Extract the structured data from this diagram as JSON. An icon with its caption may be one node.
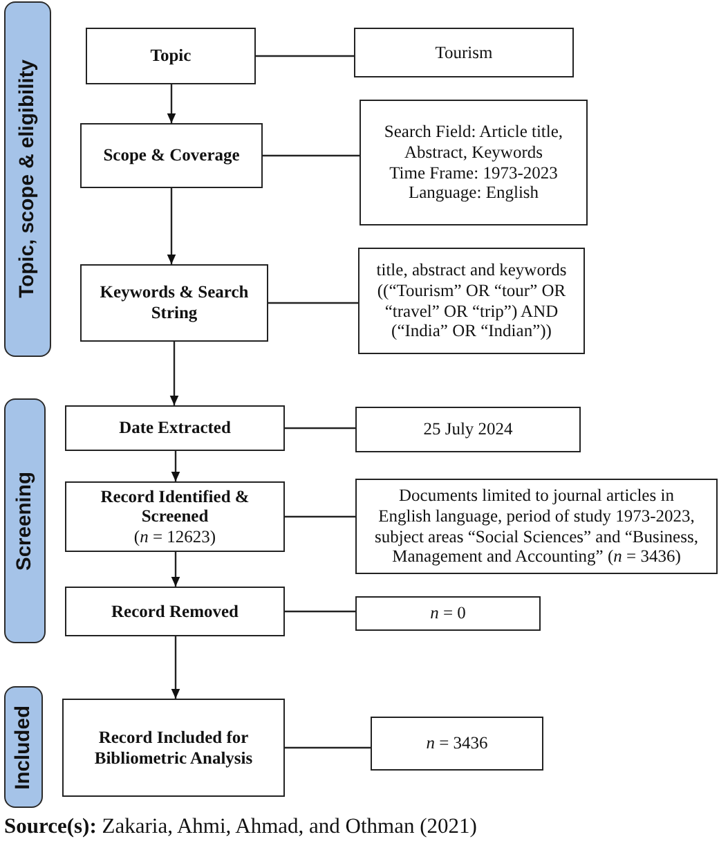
{
  "diagram": {
    "nodes": [
      {
        "text": [
          "Topic, scope & eligibility"
        ]
      },
      {
        "text": [
          "Topic"
        ]
      },
      {
        "text": [
          "Tourism"
        ]
      },
      {
        "text": [
          "Scope & Coverage"
        ]
      },
      {
        "text": [
          "Search Field: Article title, Abstract, Keywords",
          "Time Frame: 1973-2023",
          "Language: English"
        ]
      },
      {
        "text": [
          "Keywords & Search String"
        ]
      },
      {
        "text": [
          "title, abstract and keywords ((“Tourism” OR “tour” OR “travel” OR “trip”) AND (“India” OR “Indian”))"
        ]
      },
      {
        "text": [
          "Screening"
        ]
      },
      {
        "text": [
          "Date Extracted"
        ]
      },
      {
        "text": [
          "25 July 2024"
        ]
      },
      {
        "text": [
          "Record Identified & Screened",
          "(*n* = 12623)"
        ]
      },
      {
        "text": [
          "Documents limited to journal articles in English language, period of study 1973-2023, subject areas “Social Sciences” and “Business, Management and Accounting” (*n* = 3436)"
        ]
      },
      {
        "text": [
          "Record Removed"
        ]
      },
      {
        "text": [
          "*n* = 0"
        ]
      },
      {
        "text": [
          "Included"
        ]
      },
      {
        "text": [
          "Record Included for Bibliometric Analysis"
        ]
      },
      {
        "text": [
          "*n* = 3436"
        ]
      }
    ],
    "edges": [
      {
        "from": 1,
        "to": 2,
        "arrow": "none"
      },
      {
        "from": 1,
        "to": 3,
        "arrow": "to"
      },
      {
        "from": 3,
        "to": 4,
        "arrow": "none"
      },
      {
        "from": 3,
        "to": 5,
        "arrow": "to"
      },
      {
        "from": 5,
        "to": 6,
        "arrow": "none"
      },
      {
        "from": 5,
        "to": 8,
        "arrow": "to"
      },
      {
        "from": 8,
        "to": 9,
        "arrow": "none"
      },
      {
        "from": 8,
        "to": 10,
        "arrow": "to"
      },
      {
        "from": 10,
        "to": 11,
        "arrow": "none"
      },
      {
        "from": 10,
        "to": 12,
        "arrow": "to"
      },
      {
        "from": 12,
        "to": 13,
        "arrow": "none"
      },
      {
        "from": 12,
        "to": 15,
        "arrow": "to"
      },
      {
        "from": 15,
        "to": 16,
        "arrow": "none"
      }
    ],
    "caption": "**Source(s):** Zakaria, Ahmi, Ahmad, and Othman (2021)"
  }
}
